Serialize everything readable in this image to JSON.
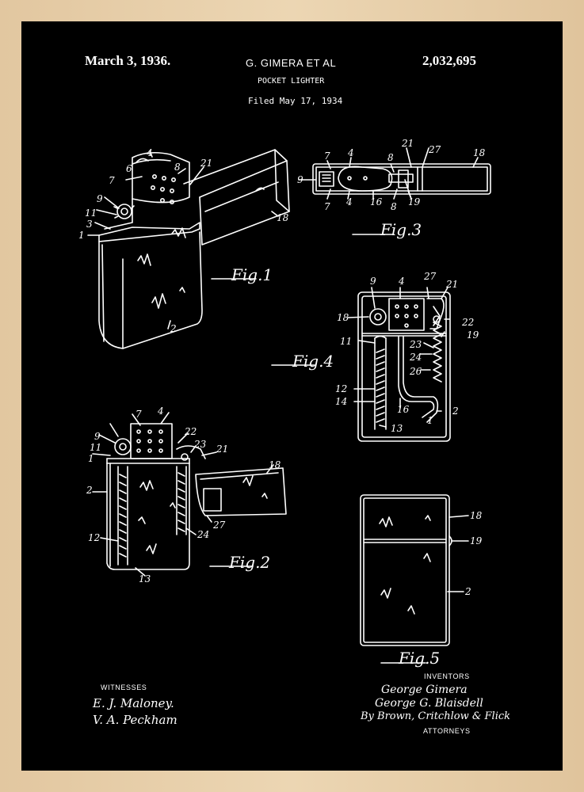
{
  "header": {
    "date": "March 3, 1936.",
    "inventors_names": "G. GIMERA ET AL",
    "patent_number": "2,032,695",
    "title": "POCKET LIGHTER",
    "filed": "Filed May 17, 1934"
  },
  "figures": {
    "fig1": "Fig.1",
    "fig2": "Fig.2",
    "fig3": "Fig.3",
    "fig4": "Fig.4",
    "fig5": "Fig.5"
  },
  "callouts": {
    "fig1": [
      "4",
      "6",
      "7",
      "8",
      "21",
      "9",
      "11",
      "3",
      "1",
      "18",
      "2"
    ],
    "fig2": [
      "7",
      "4",
      "9",
      "22",
      "11",
      "23",
      "21",
      "1",
      "18",
      "2",
      "27",
      "12",
      "24",
      "13"
    ],
    "fig3": [
      "7",
      "4",
      "21",
      "27",
      "18",
      "9",
      "8",
      "7",
      "4",
      "16",
      "8",
      "19"
    ],
    "fig4": [
      "9",
      "4",
      "27",
      "21",
      "18",
      "22",
      "11",
      "23",
      "19",
      "24",
      "26",
      "12",
      "14",
      "16",
      "2",
      "13",
      "1"
    ],
    "fig5": [
      "18",
      "19",
      "2"
    ]
  },
  "footer": {
    "witnesses_label": "WITNESSES",
    "witness_signatures": [
      "E. J. Maloney.",
      "V. A. Peckham"
    ],
    "inventors_label": "INVENTORS",
    "inventor_signatures": [
      "George Gimera",
      "George G. Blaisdell",
      "By Brown, Critchlow & Flick"
    ],
    "attorneys_label": "ATTORNEYS"
  },
  "colors": {
    "frame": "#e7cfa8",
    "background": "#000000",
    "ink": "#ffffff"
  }
}
